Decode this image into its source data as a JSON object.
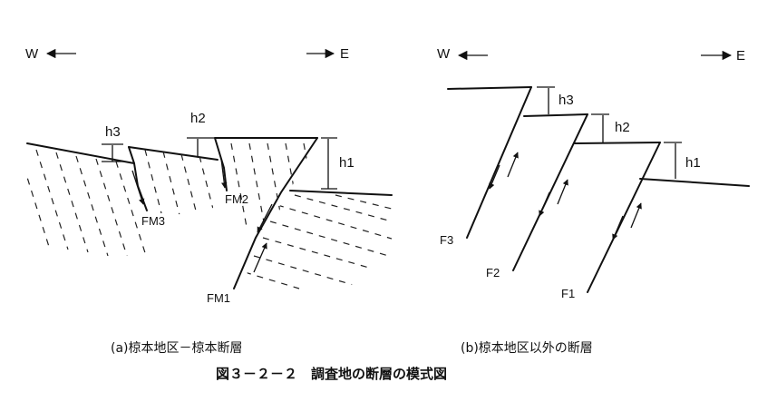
{
  "panel_a": {
    "dir_west": "W",
    "dir_east": "E",
    "heights": {
      "h1": "h1",
      "h2": "h2",
      "h3": "h3"
    },
    "faults": {
      "fm1": "FM1",
      "fm2": "FM2",
      "fm3": "FM3"
    },
    "caption": "(a)椋本地区－椋本断層"
  },
  "panel_b": {
    "dir_west": "W",
    "dir_east": "E",
    "heights": {
      "h1": "h1",
      "h2": "h2",
      "h3": "h3"
    },
    "faults": {
      "f1": "F1",
      "f2": "F2",
      "f3": "F3"
    },
    "caption": "(b)椋本地区以外の断層"
  },
  "figure_title": "図３－２－２　調査地の断層の模式図"
}
